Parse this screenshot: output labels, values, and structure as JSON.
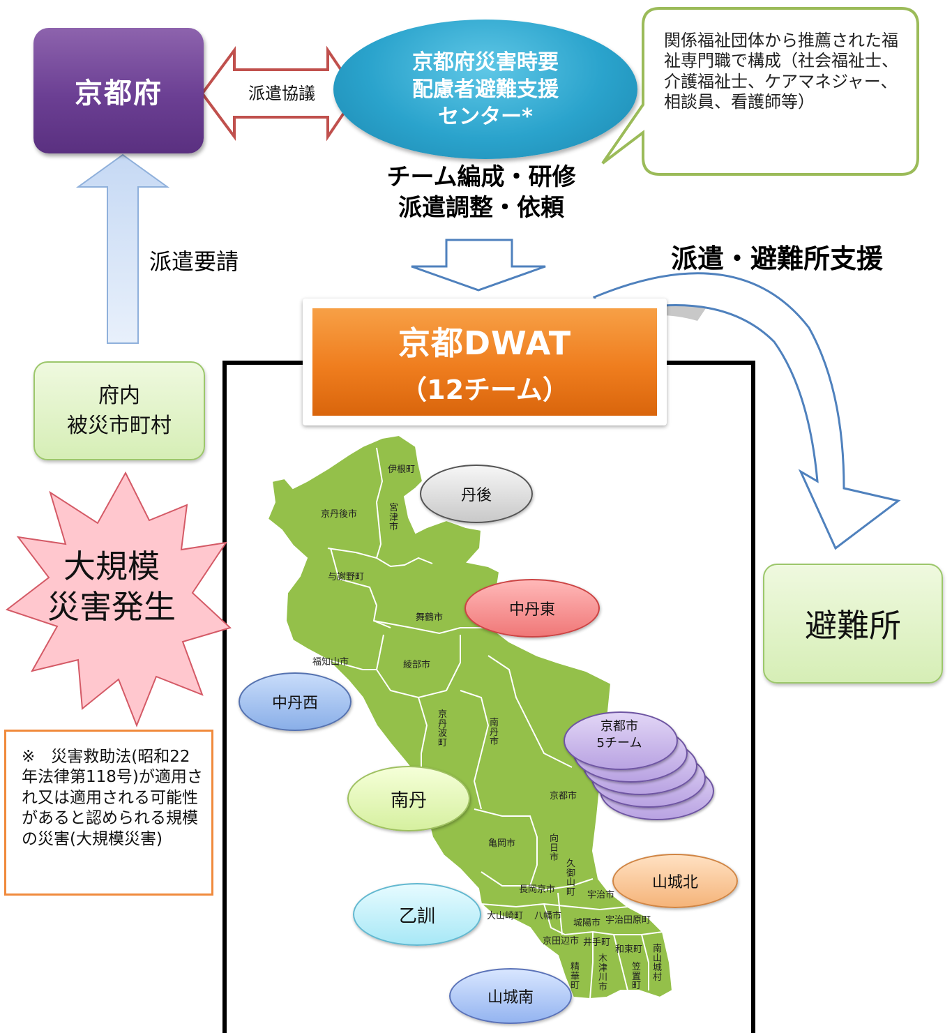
{
  "prefecture": {
    "label": "京都府"
  },
  "agreement": {
    "label": "派遣協議"
  },
  "center": {
    "lines": [
      "京都府災害時要",
      "配慮者避難支援",
      "センター*"
    ]
  },
  "callout": {
    "text": "関係福祉団体から推薦された福祉専門職で構成（社会福祉士、介護福祉士、ケアマネジャー、相談員、看護師等）"
  },
  "tasks": {
    "line1": "チーム編成・研修",
    "line2": "派遣調整・依頼"
  },
  "dispatch_support": {
    "label": "派遣・避難所支援"
  },
  "request": {
    "label": "派遣要請"
  },
  "dwat": {
    "title": "京都DWAT",
    "subtitle": "（12チーム）"
  },
  "municipality": {
    "line1": "府内",
    "line2": "被災市町村"
  },
  "disaster": {
    "line1": "大規模",
    "line2": "災害発生"
  },
  "shelter": {
    "label": "避難所"
  },
  "note": {
    "text": "※　災害救助法(昭和22年法律第118号)が適用され又は適用される可能性があると認められる規模の災害(大規模災害)"
  },
  "regions": {
    "tango": "丹後",
    "chutanto": "中丹東",
    "chutansei": "中丹西",
    "nantan": "南丹",
    "otokuni": "乙訓",
    "yamashiro_kita": "山城北",
    "yamashiro_minami": "山城南",
    "kyoto_city": {
      "line1": "京都市",
      "line2": "5チーム"
    }
  },
  "map_labels": {
    "ine": "伊根町",
    "kyotango": "京丹後市",
    "miyazu": "宮津市",
    "yosano": "与謝野町",
    "maizuru": "舞鶴市",
    "fukuchiyama": "福知山市",
    "ayabe": "綾部市",
    "kyotamba": "京丹波町",
    "nantan_city": "南丹市",
    "kyoto_city": "京都市",
    "kameoka": "亀岡市",
    "muko": "向日市",
    "nagaokakyo": "長岡京市",
    "kumiyama": "久御山町",
    "uji": "宇治市",
    "oyamazaki": "大山崎町",
    "yawata": "八幡市",
    "joyo": "城陽市",
    "ujitawara": "宇治田原町",
    "kyotanabe": "京田辺市",
    "ide": "井手町",
    "wazuka": "和束町",
    "minamiyamashiro": "南山城村",
    "seika": "精華町",
    "kizugawa": "木津川市",
    "kasagi": "笠置町"
  },
  "colors": {
    "purple": "#6b3f93",
    "teal": "#2aa3cc",
    "orange": "#ef7d1e",
    "map_green": "#94c04a",
    "arrow_blue": "#5a86c6"
  }
}
